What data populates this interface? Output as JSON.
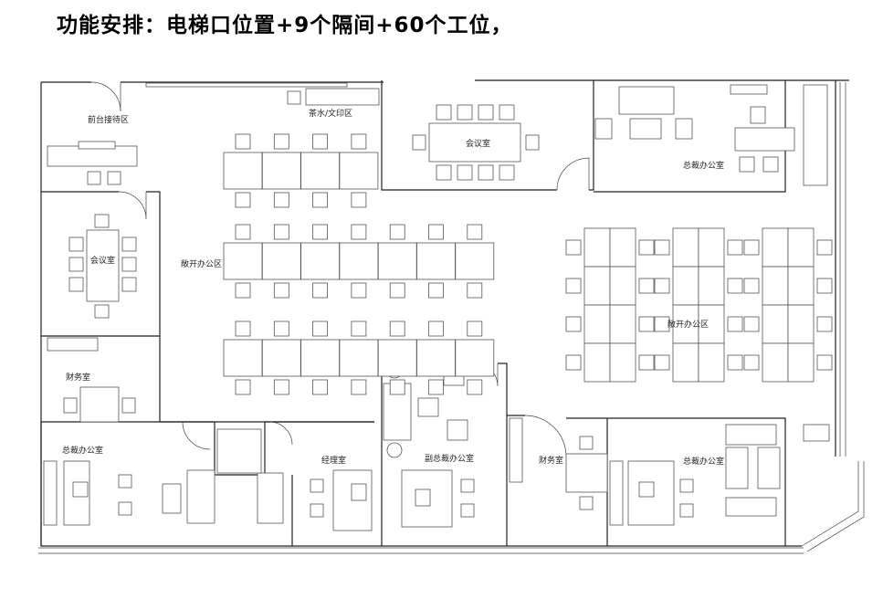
{
  "title": "功能安排：电梯口位置+9个隔间+60个工位，",
  "rooms": {
    "reception": "前台接待区",
    "tea": "茶水/文印区",
    "meeting_top": "会议室",
    "ceo_top": "总裁办公室",
    "meeting_left": "会议室",
    "open_left": "敞开办公区",
    "open_right": "敞开办公区",
    "finance_left": "财务室",
    "ceo_bottom_left": "总裁办公室",
    "manager": "经理室",
    "vice_ceo": "副总裁办公室",
    "finance_right": "财务室",
    "ceo_bottom_right": "总裁办公室"
  }
}
